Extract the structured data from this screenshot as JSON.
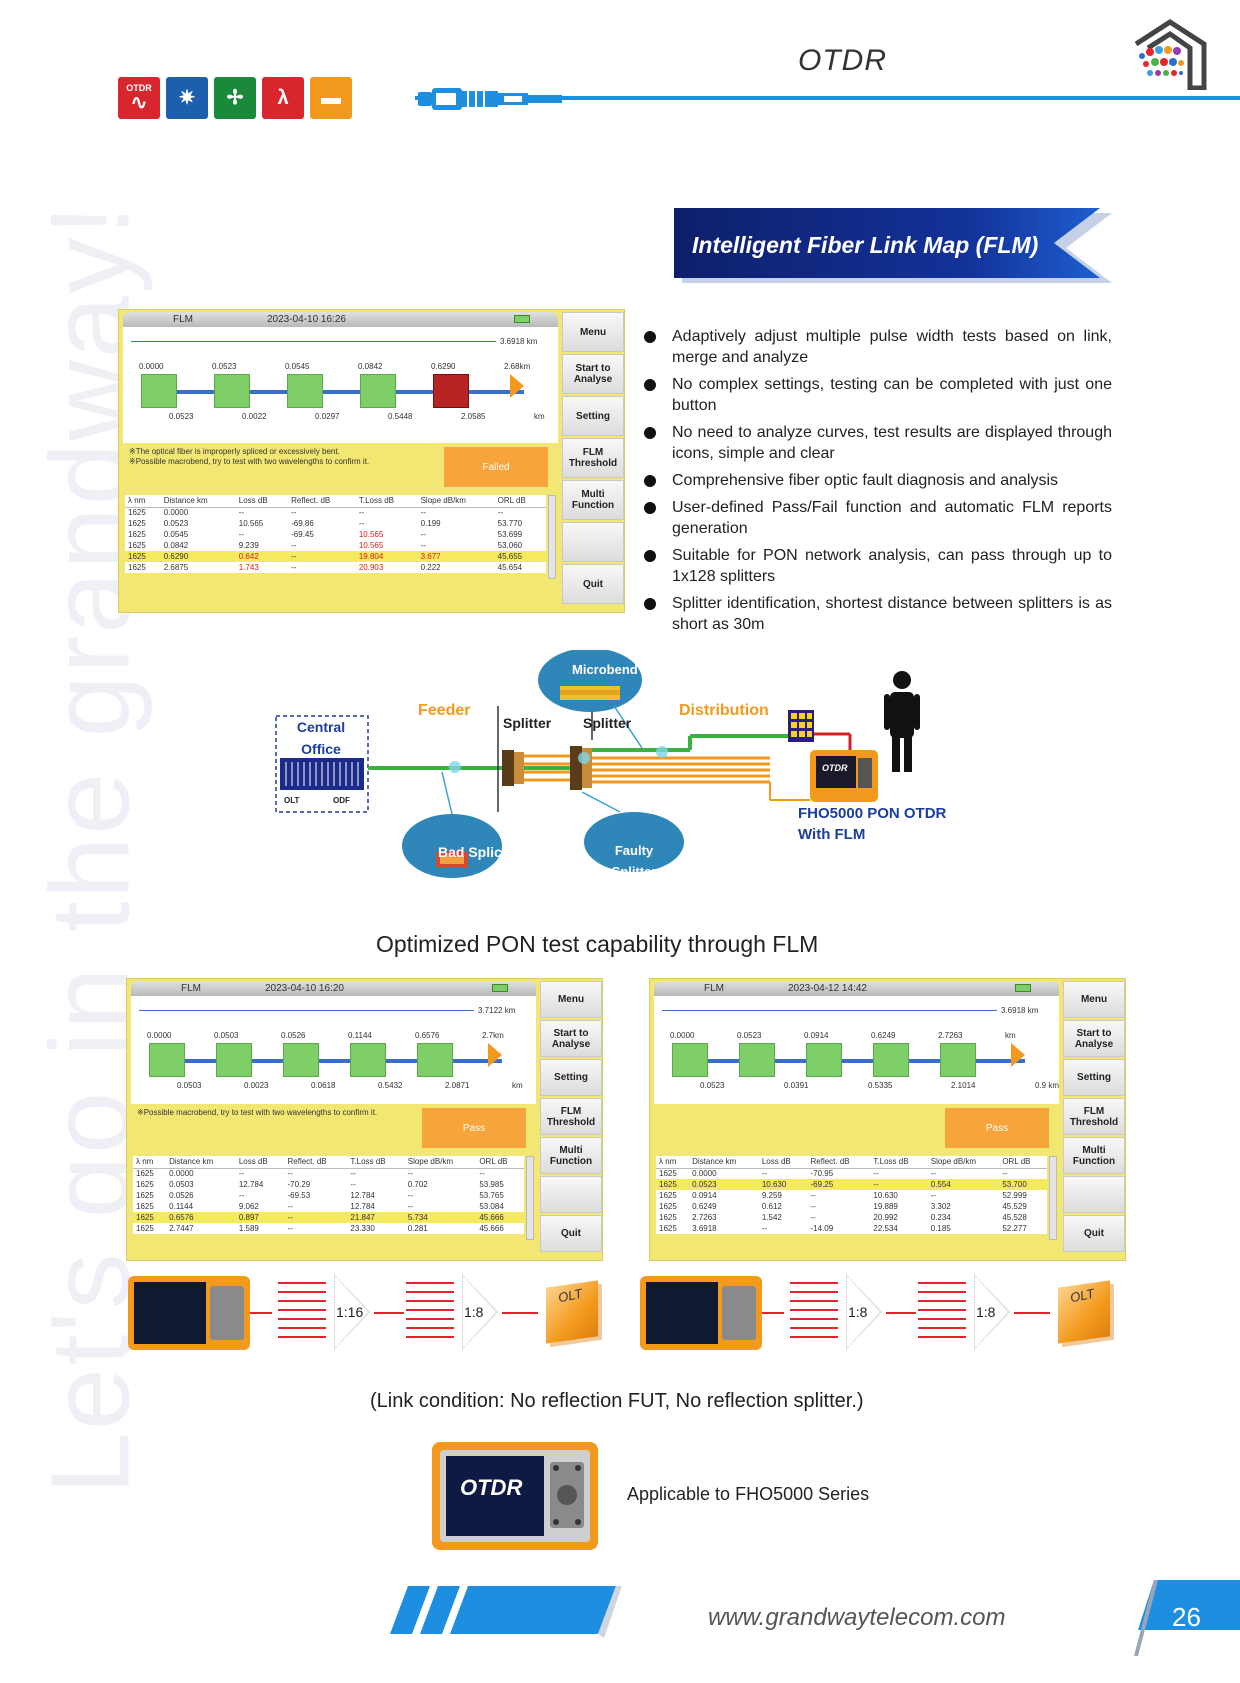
{
  "watermark": "Let's go in the grandway!",
  "header": {
    "title": "OTDR",
    "category_icons": [
      {
        "label": "OTDR",
        "glyph": "∿",
        "color": "#d7262d",
        "icon": "otdr-trace-icon"
      },
      {
        "label": "",
        "glyph": "✷",
        "color": "#1b5fad",
        "icon": "laser-icon"
      },
      {
        "label": "",
        "glyph": "✢",
        "color": "#1a8a3a",
        "icon": "power-meter-icon"
      },
      {
        "label": "",
        "glyph": "λ",
        "color": "#d7262d",
        "icon": "wavelength-icon"
      },
      {
        "label": "",
        "glyph": "▬",
        "color": "#f39a1e",
        "icon": "connector-icon"
      }
    ],
    "accent": "#1e8fe0"
  },
  "banner": {
    "text": "Intelligent Fiber Link Map (FLM)"
  },
  "screen1": {
    "title": "FLM",
    "datetime": "2023-04-10 16:26",
    "total_length": "3.6918 km",
    "event_distances": [
      "0.0000",
      "0.0523",
      "0.0545",
      "0.0842",
      "0.6290",
      "2.68km"
    ],
    "segment_lengths": [
      "0.0523",
      "0.0022",
      "0.0297",
      "0.5448",
      "2.0585",
      "km"
    ],
    "messages": [
      "※The optical fiber is improperly spliced or excessively bent.",
      "※Possible macrobend, try to test with two wavelengths to confirm it."
    ],
    "status": "Failed",
    "menu": [
      "Menu",
      "Start to Analyse",
      "Setting",
      "FLM Threshold",
      "Multi Function",
      "",
      "Quit"
    ],
    "table_headers": [
      "λ nm",
      "Distance km",
      "Loss dB",
      "Reflect. dB",
      "T.Loss dB",
      "Slope dB/km",
      "ORL dB"
    ],
    "rows": [
      [
        "1625",
        "0.0000",
        "--",
        "--",
        "--",
        "--",
        "--"
      ],
      [
        "1625",
        "0.0523",
        "10.565",
        "-69.86",
        "--",
        "0.199",
        "53.770"
      ],
      [
        "1625",
        "0.0545",
        "--",
        "-69.45",
        "10.565",
        "--",
        "53.699"
      ],
      [
        "1625",
        "0.0842",
        "9.239",
        "--",
        "10.565",
        "--",
        "53.060"
      ],
      [
        "1625",
        "0.6290",
        "0.642",
        "--",
        "19.804",
        "3.677",
        "45.655"
      ],
      [
        "1625",
        "2.6875",
        "1.743",
        "--",
        "20.903",
        "0.222",
        "45.654"
      ]
    ],
    "highlight_row": 4
  },
  "features": [
    "Adaptively adjust multiple pulse width tests based on link, merge and analyze",
    "No complex settings, testing can be completed with just one button",
    "No need to analyze curves, test results are displayed through icons, simple and clear",
    "Comprehensive fiber optic fault diagnosis and analysis",
    "User-defined Pass/Fail function and automatic FLM reports generation",
    "Suitable for PON network analysis, can pass through up to 1x128 splitters",
    "Splitter identification, shortest distance between splitters is as short as 30m"
  ],
  "diagram": {
    "central_office": "Central Office",
    "olt": "OLT",
    "odf": "ODF",
    "feeder": "Feeder",
    "splitter1": "Splitter",
    "splitter2": "Splitter",
    "distribution": "Distribution",
    "microbend": "Microbend",
    "bad_splice": "Bad Splice",
    "faulty_splitter": "Faulty Splitter",
    "device_label": "FHO5000 PON OTDR With FLM",
    "device_screen": "OTDR"
  },
  "caption_pon": "Optimized PON test capability through FLM",
  "screen2": {
    "title": "FLM",
    "datetime": "2023-04-10 16:20",
    "total_length": "3.7122 km",
    "event_distances": [
      "0.0000",
      "0.0503",
      "0.0526",
      "0.1144",
      "0.6576",
      "2.7km"
    ],
    "segment_lengths": [
      "0.0503",
      "0.0023",
      "0.0618",
      "0.5432",
      "2.0871",
      "km"
    ],
    "messages": [
      "※Possible macrobend, try to test with two wavelengths to confirm it."
    ],
    "status": "Pass",
    "menu": [
      "Menu",
      "Start to Analyse",
      "Setting",
      "FLM Threshold",
      "Multi Function",
      "",
      "Quit"
    ],
    "table_headers": [
      "λ nm",
      "Distance km",
      "Loss dB",
      "Reflect. dB",
      "T.Loss dB",
      "Slope dB/km",
      "ORL dB"
    ],
    "rows": [
      [
        "1625",
        "0.0000",
        "--",
        "--",
        "--",
        "--",
        "--"
      ],
      [
        "1625",
        "0.0503",
        "12.784",
        "-70.29",
        "--",
        "0.702",
        "53.985"
      ],
      [
        "1625",
        "0.0526",
        "--",
        "-69.53",
        "12.784",
        "--",
        "53.765"
      ],
      [
        "1625",
        "0.1144",
        "9.062",
        "--",
        "12.784",
        "--",
        "53.084"
      ],
      [
        "1625",
        "0.6576",
        "0.897",
        "--",
        "21.847",
        "5.734",
        "45.666"
      ],
      [
        "1625",
        "2.7447",
        "1.589",
        "--",
        "23.330",
        "0.281",
        "45.666"
      ]
    ],
    "highlight_row": 4
  },
  "screen3": {
    "title": "FLM",
    "datetime": "2023-04-12 14:42",
    "total_length": "3.6918 km",
    "event_distances": [
      "0.0000",
      "0.0523",
      "0.0914",
      "0.6249",
      "2.7263",
      "km"
    ],
    "segment_lengths": [
      "0.0523",
      "0.0391",
      "0.5335",
      "2.1014",
      "0.9 km"
    ],
    "messages": [],
    "status": "Pass",
    "menu": [
      "Menu",
      "Start to Analyse",
      "Setting",
      "FLM Threshold",
      "Multi Function",
      "",
      "Quit"
    ],
    "table_headers": [
      "λ nm",
      "Distance km",
      "Loss dB",
      "Reflect. dB",
      "T.Loss dB",
      "Slope dB/km",
      "ORL dB"
    ],
    "rows": [
      [
        "1625",
        "0.0000",
        "--",
        "-70.95",
        "--",
        "--",
        "--"
      ],
      [
        "1625",
        "0.0523",
        "10.630",
        "-69.25",
        "--",
        "0.554",
        "53.700"
      ],
      [
        "1625",
        "0.0914",
        "9.259",
        "--",
        "10.630",
        "--",
        "52.999"
      ],
      [
        "1625",
        "0.6249",
        "0.612",
        "--",
        "19.889",
        "3.302",
        "45.529"
      ],
      [
        "1625",
        "2.7263",
        "1.542",
        "--",
        "20.992",
        "0.234",
        "45.528"
      ],
      [
        "1625",
        "3.6918",
        "--",
        "-14.09",
        "22.534",
        "0.185",
        "52.277"
      ]
    ],
    "highlight_row": 1
  },
  "link_left": {
    "split1": "1:16",
    "split2": "1:8",
    "olt": "OLT"
  },
  "link_right": {
    "split1": "1:8",
    "split2": "1:8",
    "olt": "OLT"
  },
  "link_condition": "(Link condition: No reflection FUT, No reflection splitter.)",
  "applicable": "Applicable to FHO5000 Series",
  "device_brand": "OTDR",
  "footer": {
    "website": "www.grandwaytelecom.com",
    "page": "26"
  }
}
